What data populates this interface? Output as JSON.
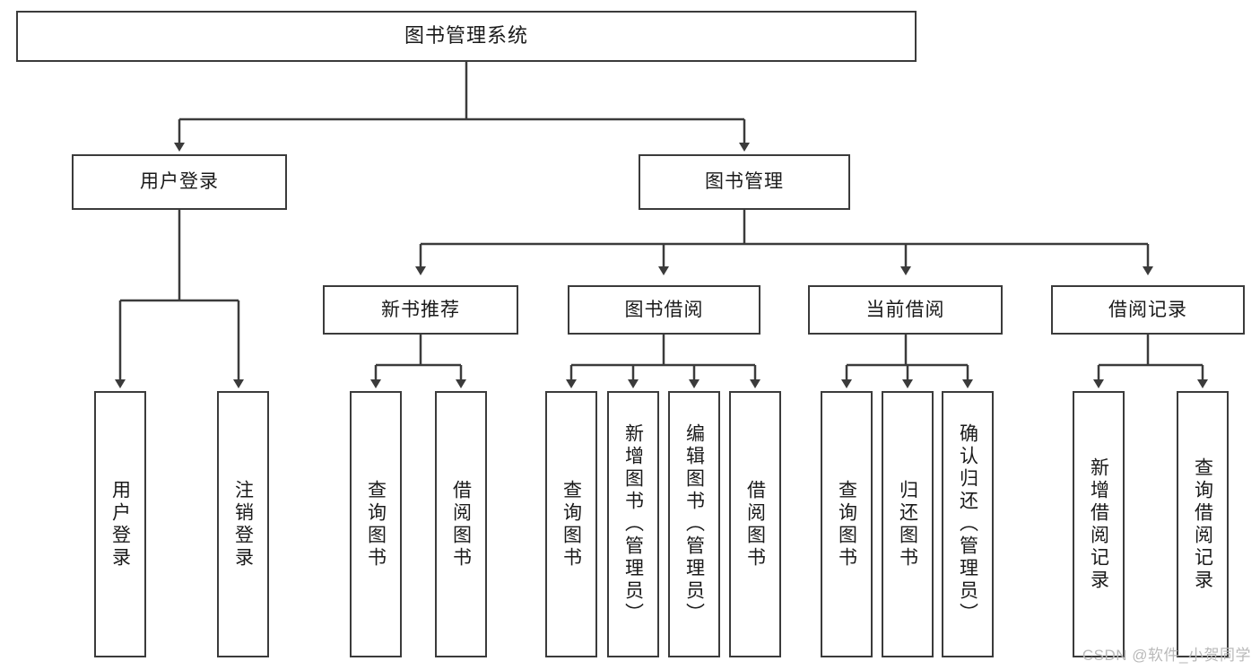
{
  "diagram": {
    "title": "图书管理系统",
    "type": "tree-hierarchy",
    "watermark": "CSDN @软件_小贺同学",
    "colors": {
      "stroke": "#3b3b3b",
      "fill": "#ffffff",
      "text": "#1a1a1a",
      "watermark": "#b9b9b9"
    },
    "root": {
      "id": "root",
      "label": "图书管理系统"
    },
    "level1": [
      {
        "id": "user-login",
        "label": "用户登录"
      },
      {
        "id": "book-manage",
        "label": "图书管理"
      }
    ],
    "level2": [
      {
        "id": "new-book-rec",
        "label": "新书推荐"
      },
      {
        "id": "book-borrow",
        "label": "图书借阅"
      },
      {
        "id": "current-borrow",
        "label": "当前借阅"
      },
      {
        "id": "borrow-record",
        "label": "借阅记录"
      }
    ],
    "leaves": {
      "user_login": [
        {
          "id": "leaf-user-login",
          "label": "用户登录"
        },
        {
          "id": "leaf-logout",
          "label": "注销登录"
        }
      ],
      "new_book_rec": [
        {
          "id": "leaf-query-book-1",
          "label": "查询图书"
        },
        {
          "id": "leaf-borrow-book-1",
          "label": "借阅图书"
        }
      ],
      "book_borrow": [
        {
          "id": "leaf-query-book-2",
          "label": "查询图书"
        },
        {
          "id": "leaf-add-book",
          "label": "新增图书（管理员）"
        },
        {
          "id": "leaf-edit-book",
          "label": "编辑图书（管理员）"
        },
        {
          "id": "leaf-borrow-book-2",
          "label": "借阅图书"
        }
      ],
      "current_borrow": [
        {
          "id": "leaf-query-book-3",
          "label": "查询图书"
        },
        {
          "id": "leaf-return-book",
          "label": "归还图书"
        },
        {
          "id": "leaf-confirm-return",
          "label": "确认归还（管理员）"
        }
      ],
      "borrow_record": [
        {
          "id": "leaf-add-record",
          "label": "新增借阅记录"
        },
        {
          "id": "leaf-query-record",
          "label": "查询借阅记录"
        }
      ]
    }
  }
}
